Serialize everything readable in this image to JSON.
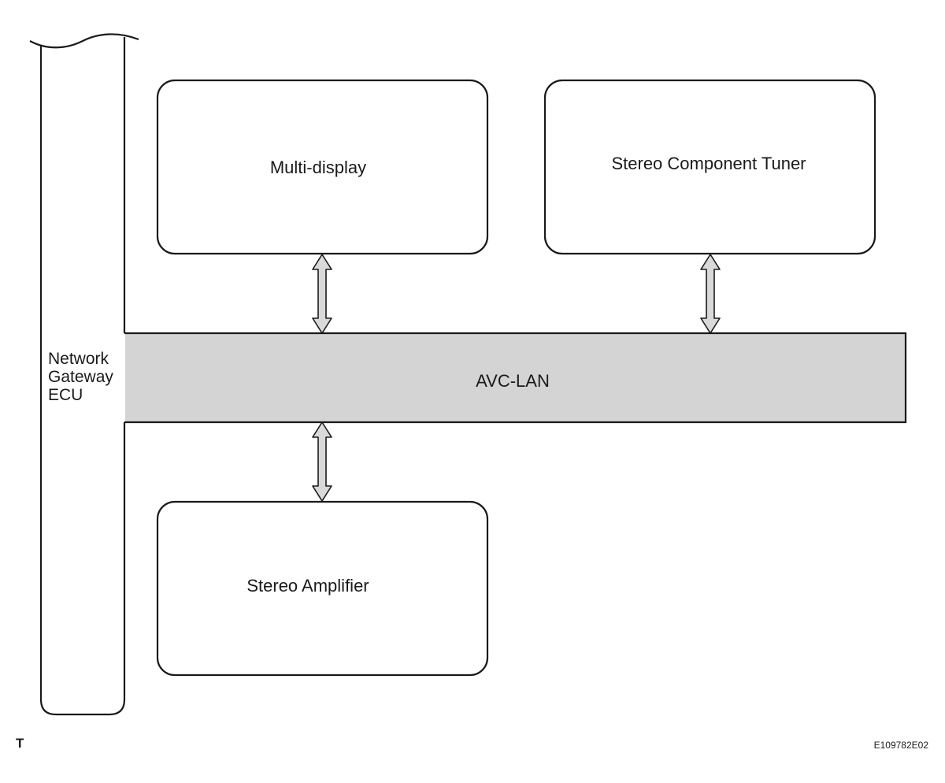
{
  "diagram": {
    "gateway": {
      "label_lines": [
        "Network",
        "Gateway",
        "ECU"
      ]
    },
    "bus": {
      "label": "AVC-LAN",
      "fill_color": "#d4d4d4"
    },
    "components": [
      {
        "id": "multi-display",
        "label": "Multi-display"
      },
      {
        "id": "stereo-component-tuner",
        "label": "Stereo Component Tuner"
      },
      {
        "id": "stereo-amplifier",
        "label": "Stereo Amplifier"
      }
    ],
    "connections": [
      {
        "from": "multi-display",
        "to": "AVC-LAN",
        "direction": "bidirectional"
      },
      {
        "from": "stereo-component-tuner",
        "to": "AVC-LAN",
        "direction": "bidirectional"
      },
      {
        "from": "stereo-amplifier",
        "to": "AVC-LAN",
        "direction": "bidirectional"
      }
    ],
    "arrow_fill_color": "#d9d9d9",
    "line_color": "#1a1a1a"
  },
  "footer": {
    "corner_mark": "T",
    "figure_code": "E109782E02"
  }
}
